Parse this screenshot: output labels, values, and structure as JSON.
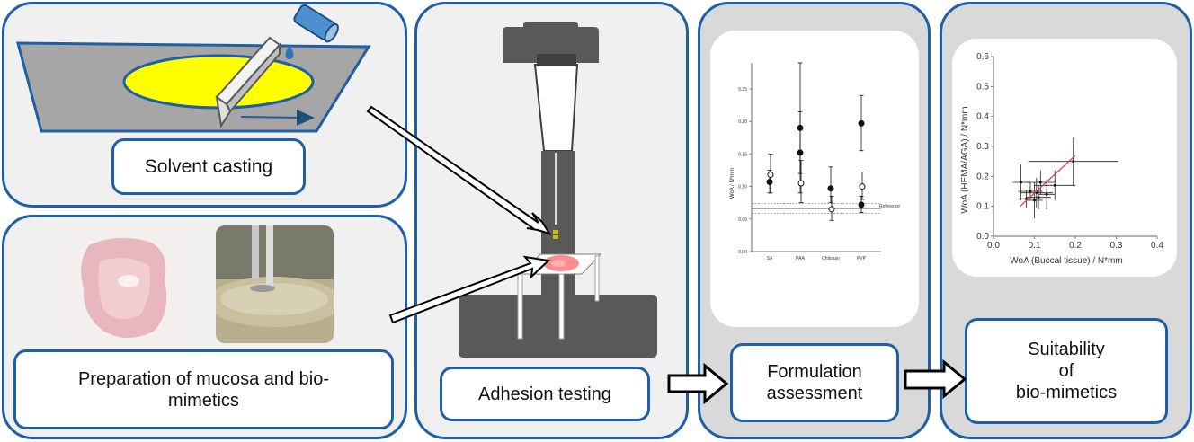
{
  "labels": {
    "solvent_casting": "Solvent casting",
    "mucosa": "Preparation of mucosa and bio-\nmimetics",
    "adhesion": "Adhesion testing",
    "formulation": "Formulation\nassessment",
    "suitability": "Suitability\nof\nbio-mimetics"
  },
  "colors": {
    "panel_border": "#1f5fa8",
    "panel_light": "#f0f0f0",
    "panel_gray": "#d9d9d9",
    "film_yellow": "#ffff00",
    "plate_gray": "#a6a6a6",
    "machine_gray": "#595959"
  },
  "charts": {
    "formulation": {
      "type": "scatter",
      "ylabel": "WoA / N*mm",
      "categories": [
        "SA",
        "PAA",
        "Chitosan",
        "PVP"
      ],
      "yticks": [
        "0.00",
        "0.05",
        "0.10",
        "0.15",
        "0.20",
        "0.25"
      ],
      "ylim": [
        0,
        0.29
      ],
      "reference_label": "Reference",
      "reference_value": 0.066,
      "reference_band": [
        0.059,
        0.074
      ],
      "series": [
        {
          "marker": "filled",
          "points": [
            {
              "cat": 0,
              "y": 0.107,
              "lo": 0.09,
              "hi": 0.125
            },
            {
              "cat": 1,
              "y": 0.19,
              "lo": 0.12,
              "hi": 0.29
            },
            {
              "cat": 1,
              "y": 0.152,
              "lo": 0.09,
              "hi": 0.215
            },
            {
              "cat": 2,
              "y": 0.097,
              "lo": 0.075,
              "hi": 0.13
            },
            {
              "cat": 3,
              "y": 0.197,
              "lo": 0.155,
              "hi": 0.24
            },
            {
              "cat": 3,
              "y": 0.072,
              "lo": 0.06,
              "hi": 0.085
            }
          ]
        },
        {
          "marker": "open",
          "points": [
            {
              "cat": 0,
              "y": 0.118,
              "lo": 0.09,
              "hi": 0.15
            },
            {
              "cat": 1,
              "y": 0.105,
              "lo": 0.075,
              "hi": 0.14
            },
            {
              "cat": 2,
              "y": 0.065,
              "lo": 0.048,
              "hi": 0.085
            },
            {
              "cat": 3,
              "y": 0.1,
              "lo": 0.08,
              "hi": 0.122
            }
          ]
        }
      ]
    },
    "suitability": {
      "type": "scatter",
      "xlabel": "WoA (Buccal tissue) / N*mm",
      "ylabel": "WoA (HEMA/AGA) / N*mm",
      "xlim": [
        0,
        0.4
      ],
      "ylim": [
        0,
        0.6
      ],
      "xticks": [
        "0.0",
        "0.1",
        "0.2",
        "0.3",
        "0.4"
      ],
      "yticks": [
        "0.0",
        "0.1",
        "0.2",
        "0.3",
        "0.4",
        "0.5",
        "0.6"
      ],
      "points": [
        {
          "x": 0.067,
          "y": 0.18,
          "xe": 0.02,
          "ye": 0.06
        },
        {
          "x": 0.08,
          "y": 0.125,
          "xe": 0.02,
          "ye": 0.03
        },
        {
          "x": 0.09,
          "y": 0.15,
          "xe": 0.03,
          "ye": 0.03
        },
        {
          "x": 0.1,
          "y": 0.12,
          "xe": 0.02,
          "ye": 0.06
        },
        {
          "x": 0.105,
          "y": 0.145,
          "xe": 0.04,
          "ye": 0.05
        },
        {
          "x": 0.11,
          "y": 0.13,
          "xe": 0.03,
          "ye": 0.04
        },
        {
          "x": 0.115,
          "y": 0.18,
          "xe": 0.035,
          "ye": 0.04
        },
        {
          "x": 0.13,
          "y": 0.14,
          "xe": 0.02,
          "ye": 0.05
        },
        {
          "x": 0.15,
          "y": 0.17,
          "xe": 0.05,
          "ye": 0.05
        },
        {
          "x": 0.195,
          "y": 0.25,
          "xe": 0.11,
          "ye": 0.08
        }
      ],
      "fit_line": [
        [
          0.065,
          0.1
        ],
        [
          0.2,
          0.27
        ]
      ]
    }
  }
}
